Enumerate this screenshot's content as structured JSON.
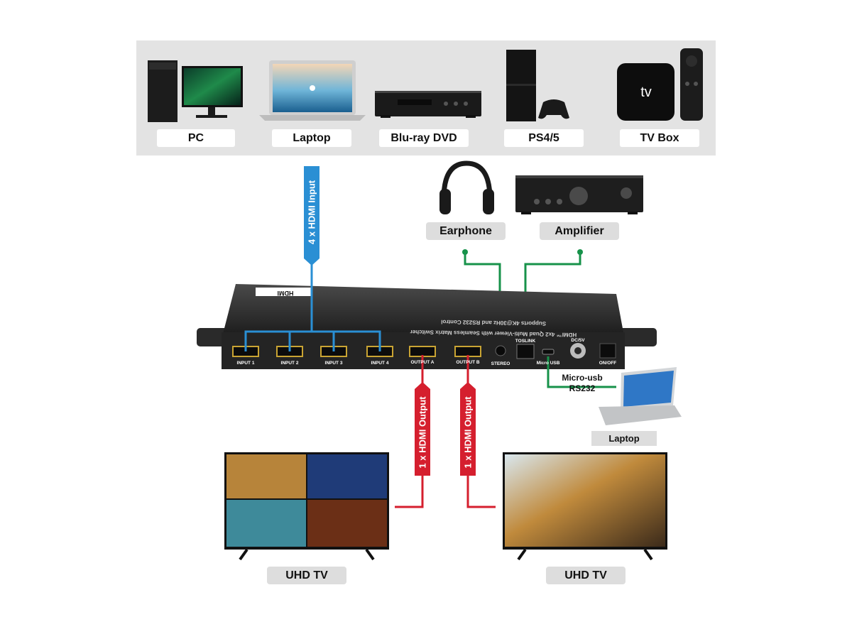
{
  "sources": [
    {
      "label": "PC",
      "icon": "desktop-pc"
    },
    {
      "label": "Laptop",
      "icon": "laptop"
    },
    {
      "label": "Blu-ray DVD",
      "icon": "bluray-player"
    },
    {
      "label": "PS4/5",
      "icon": "game-console"
    },
    {
      "label": "TV Box",
      "icon": "tv-box"
    }
  ],
  "audio": [
    {
      "label": "Earphone",
      "icon": "headphones"
    },
    {
      "label": "Amplifier",
      "icon": "amplifier"
    }
  ],
  "input_cable_label": "4 x HDMI Input",
  "output_cable_label": "1 x HDMI Output",
  "device": {
    "brand": "HDMI",
    "top_text_1": "HDMI™ 4x2 Quad Multi-Viewer with Seamless Matrix Switcher",
    "top_text_2": "Supports 4K@30Hz and RS232 Control",
    "ports": [
      "INPUT 1",
      "INPUT 2",
      "INPUT 3",
      "INPUT 4",
      "OUTPUT A",
      "OUTPUT B",
      "STEREO",
      "TOSLINK",
      "Micro USB",
      "DC/5V",
      "ON/OFF"
    ]
  },
  "control": {
    "label_1": "Micro-usb",
    "label_2": "RS232",
    "laptop_label": "Laptop"
  },
  "displays": [
    {
      "label": "UHD TV"
    },
    {
      "label": "UHD TV"
    }
  ],
  "colors": {
    "input": "#2a8fd4",
    "output": "#d51f2e",
    "audio": "#17924a",
    "band": "#e3e3e3",
    "label_bg": "#dddddd"
  }
}
